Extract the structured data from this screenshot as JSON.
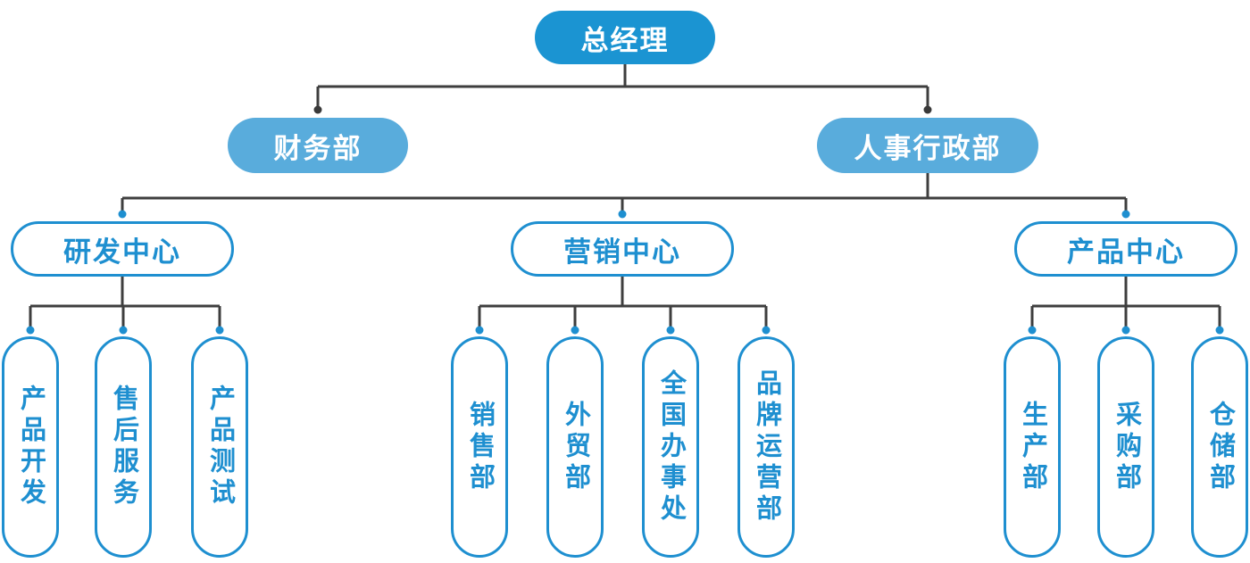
{
  "org_chart": {
    "title_hint": "company-organization-chart",
    "root": {
      "label": "总经理"
    },
    "level2": [
      {
        "label": "财务部"
      },
      {
        "label": "人事行政部"
      }
    ],
    "level3": [
      {
        "label": "研发中心",
        "parent": "人事行政部"
      },
      {
        "label": "营销中心",
        "parent": "人事行政部"
      },
      {
        "label": "产品中心",
        "parent": "人事行政部"
      }
    ],
    "level4": {
      "rd_group": {
        "parent": "研发中心",
        "items": [
          {
            "label": "产品开发"
          },
          {
            "label": "售后服务"
          },
          {
            "label": "产品测试"
          }
        ]
      },
      "marketing_group": {
        "parent": "营销中心",
        "items": [
          {
            "label": "销售部"
          },
          {
            "label": "外贸部"
          },
          {
            "label": "全国办事处"
          },
          {
            "label": "品牌运营部"
          }
        ]
      },
      "product_group": {
        "parent": "产品中心",
        "items": [
          {
            "label": "生产部"
          },
          {
            "label": "采购部"
          },
          {
            "label": "仓储部"
          }
        ]
      }
    }
  },
  "colors": {
    "root_fill": "#1b94d2",
    "level2_fill": "#59acdc",
    "outline_blue": "#1e8fd0",
    "connector_gray": "#3e3e3e",
    "junction_dot_dark": "#3a3a3a",
    "junction_dot_blue": "#1e8fd0",
    "node_text_white": "#ffffff",
    "background": "#ffffff"
  }
}
